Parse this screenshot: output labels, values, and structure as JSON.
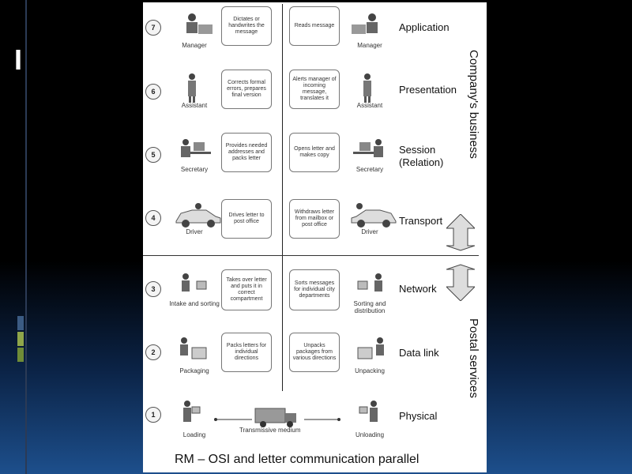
{
  "slide": {
    "title_fragment": "I",
    "caption": "RM – OSI and letter communication parallel"
  },
  "groups": {
    "upper": "Company's business",
    "lower": "Postal services"
  },
  "transmission": "Transmissive medium",
  "layers": [
    {
      "num": "7",
      "name": "Application",
      "left_action": "Dictates or handwrites the message",
      "left_actor": "Manager",
      "right_action": "Reads message",
      "right_actor": "Manager"
    },
    {
      "num": "6",
      "name": "Presentation",
      "left_action": "Corrects formal errors, prepares final version",
      "left_actor": "Assistant",
      "right_action": "Alerts manager of incoming message, translates it",
      "right_actor": "Assistant"
    },
    {
      "num": "5",
      "name_line1": "Session",
      "name_line2": "(Relation)",
      "left_action": "Provides needed addresses and packs letter",
      "left_actor": "Secretary",
      "right_action": "Opens letter and makes copy",
      "right_actor": "Secretary"
    },
    {
      "num": "4",
      "name": "Transport",
      "left_action": "Drives letter to post office",
      "left_actor": "Driver",
      "right_action": "Withdraws letter from mailbox or post office",
      "right_actor": "Driver"
    },
    {
      "num": "3",
      "name": "Network",
      "left_action": "Takes over letter and puts it in correct compartment",
      "left_actor": "Intake and sorting",
      "right_action": "Sorts messages for individual city departments",
      "right_actor": "Sorting and distribution"
    },
    {
      "num": "2",
      "name": "Data link",
      "left_action": "Packs letters for individual directions",
      "left_actor": "Packaging",
      "right_action": "Unpacks packages from various directions",
      "right_actor": "Unpacking"
    },
    {
      "num": "1",
      "name": "Physical",
      "left_actor": "Loading",
      "right_actor": "Unloading"
    }
  ]
}
